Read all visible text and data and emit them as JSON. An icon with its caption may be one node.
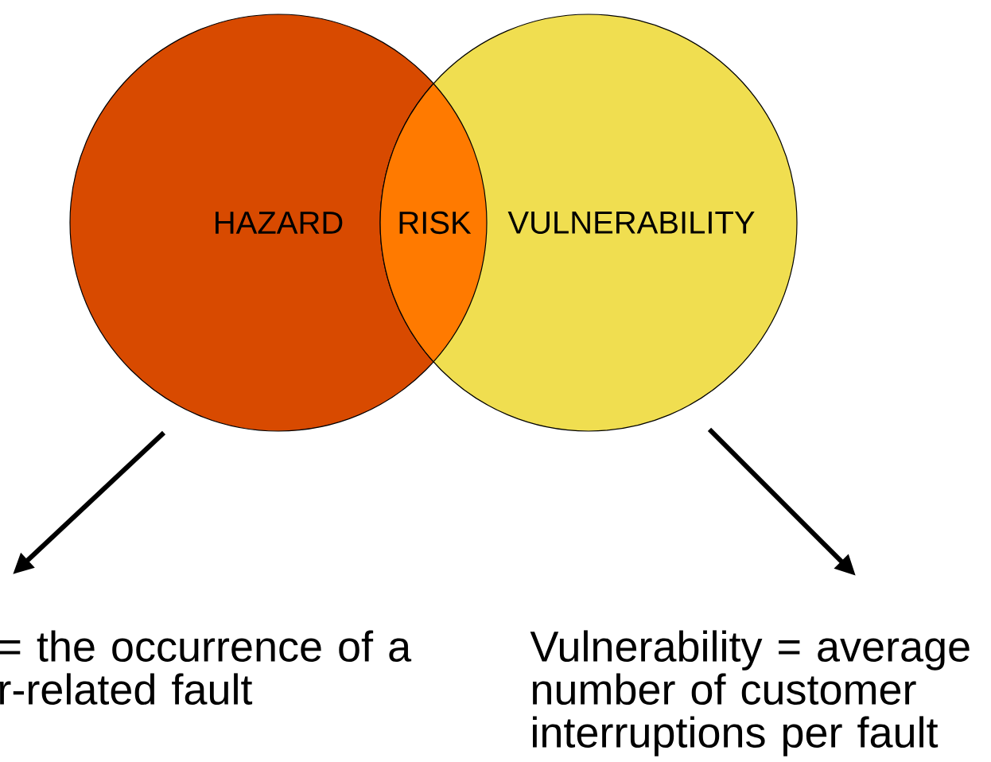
{
  "diagram": {
    "nodes": [
      {
        "text": [
          "HAZARD"
        ]
      },
      {
        "text": [
          "VULNERABILITY"
        ]
      },
      {
        "text": [
          "RISK"
        ]
      },
      {
        "text": [
          "= the occurrence of a r-related fault"
        ]
      },
      {
        "text": [
          "Vulnerability = average number of customer interruptions per fault"
        ]
      }
    ],
    "edges": [
      {
        "from": 0,
        "to": 3,
        "arrow": "to"
      },
      {
        "from": 1,
        "to": 4,
        "arrow": "to"
      }
    ]
  }
}
